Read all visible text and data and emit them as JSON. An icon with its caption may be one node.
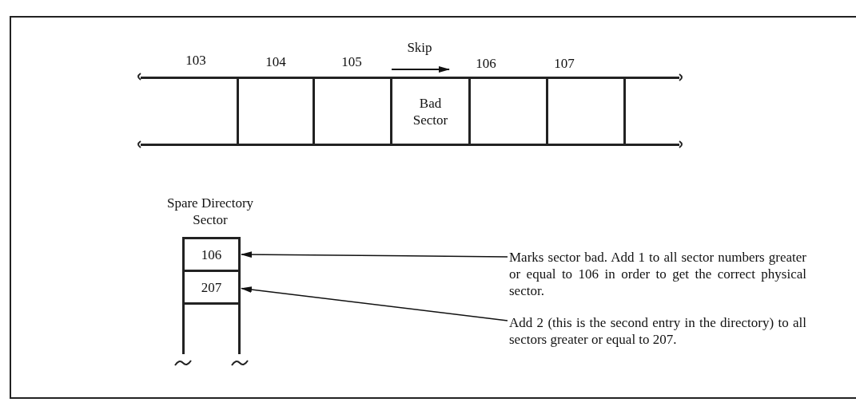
{
  "diagram": {
    "nodes": [
      {
        "text": [],
        "shape": "box"
      },
      {
        "text": [],
        "shape": "box"
      },
      {
        "text": [],
        "shape": "box"
      },
      {
        "text": [
          "Bad Sector"
        ]
      },
      {
        "text": [],
        "shape": "box"
      },
      {
        "text": [],
        "shape": "box"
      },
      {
        "text": [],
        "shape": "box"
      },
      {
        "text": [
          "Spare Directory Sector"
        ]
      },
      {
        "text": [
          "106"
        ],
        "in": 7
      },
      {
        "text": [
          "207"
        ],
        "in": 7
      },
      {
        "text": [],
        "shape": "box",
        "in": 7
      },
      {
        "text": [
          "Marks sector bad. Add 1 to all sector numbers greater or equal to 106 in order to get the correct physical sector."
        ]
      },
      {
        "text": [
          "Add 2 (this is the second entry in the directory) to all sectors greater or equal to 207."
        ]
      }
    ],
    "edges": [
      {
        "from": 11,
        "to": 8,
        "arrow": "to"
      },
      {
        "from": 12,
        "to": 9,
        "arrow": "to"
      }
    ],
    "labels": [
      "103",
      "104",
      "105",
      "Skip",
      "106",
      "107"
    ]
  }
}
